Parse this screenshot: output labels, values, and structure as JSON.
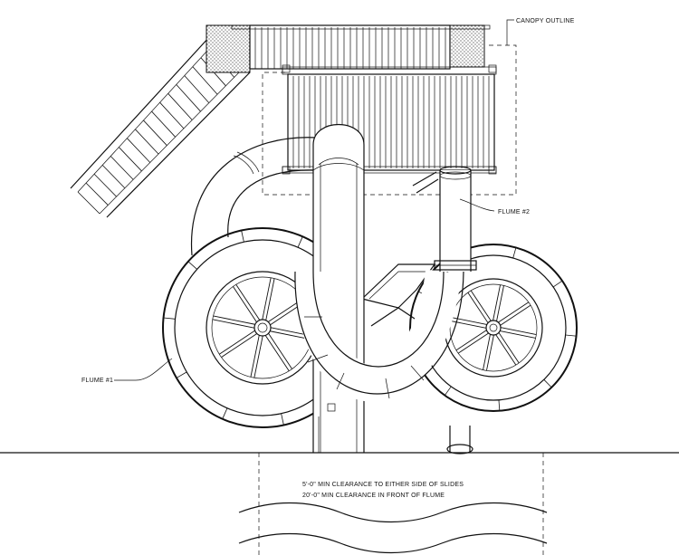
{
  "labels": {
    "canopy_outline": "CANOPY OUTLINE",
    "flume_2": "FLUME #2",
    "flume_1": "FLUME #1",
    "clearance_line_1": "5'-0\" MIN CLEARANCE TO EITHER SIDE OF SLIDES",
    "clearance_line_2": "20'-0\" MIN CLEARANCE IN FRONT OF FLUME"
  }
}
